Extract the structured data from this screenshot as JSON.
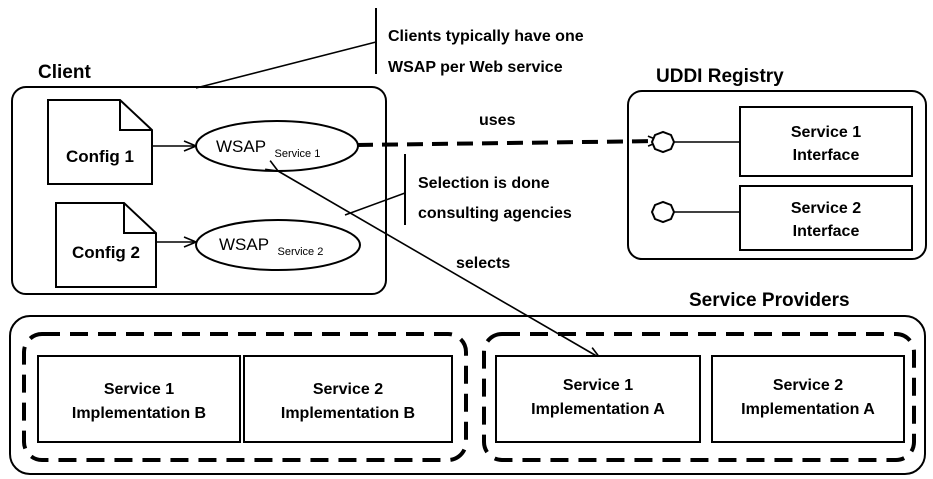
{
  "client": {
    "title": "Client",
    "config1": "Config 1",
    "config2": "Config 2",
    "wsap1": {
      "main": "WSAP",
      "sub": "Service 1"
    },
    "wsap2": {
      "main": "WSAP",
      "sub": "Service 2"
    }
  },
  "annotations": {
    "clients_line1": "Clients typically have one",
    "clients_line2": "WSAP per Web service",
    "selection_line1": "Selection is done",
    "selection_line2": "consulting agencies",
    "uses": "uses",
    "selects": "selects"
  },
  "uddi": {
    "title": "UDDI Registry",
    "service1": {
      "line1": "Service 1",
      "line2": "Interface"
    },
    "service2": {
      "line1": "Service 2",
      "line2": "Interface"
    }
  },
  "providers": {
    "title": "Service Providers",
    "impls": [
      {
        "line1": "Service 1",
        "line2": "Implementation B"
      },
      {
        "line1": "Service 2",
        "line2": "Implementation B"
      },
      {
        "line1": "Service 1",
        "line2": "Implementation A"
      },
      {
        "line1": "Service 2",
        "line2": "Implementation A"
      }
    ]
  }
}
